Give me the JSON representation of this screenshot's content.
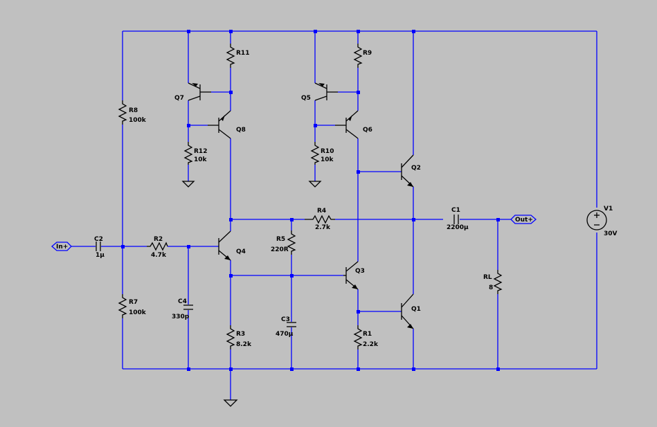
{
  "ports": {
    "in": "In+",
    "out": "Out+"
  },
  "components": {
    "R8": {
      "name": "R8",
      "value": "100k"
    },
    "R7": {
      "name": "R7",
      "value": "100k"
    },
    "R11": {
      "name": "R11",
      "value": ""
    },
    "R12": {
      "name": "R12",
      "value": "10k"
    },
    "R9": {
      "name": "R9",
      "value": ""
    },
    "R10": {
      "name": "R10",
      "value": "10k"
    },
    "R2": {
      "name": "R2",
      "value": "4.7k"
    },
    "R3": {
      "name": "R3",
      "value": "8.2k"
    },
    "R4": {
      "name": "R4",
      "value": "2.7k"
    },
    "R5": {
      "name": "R5",
      "value": "220R"
    },
    "R1": {
      "name": "R1",
      "value": "2.2k"
    },
    "RL": {
      "name": "RL",
      "value": "8"
    },
    "C2": {
      "name": "C2",
      "value": "1µ"
    },
    "C4": {
      "name": "C4",
      "value": "330p"
    },
    "C3": {
      "name": "C3",
      "value": "470µ"
    },
    "C1": {
      "name": "C1",
      "value": "2200µ"
    },
    "V1": {
      "name": "V1",
      "value": "30V"
    },
    "Q1": {
      "name": "Q1"
    },
    "Q2": {
      "name": "Q2"
    },
    "Q3": {
      "name": "Q3"
    },
    "Q4": {
      "name": "Q4"
    },
    "Q5": {
      "name": "Q5"
    },
    "Q6": {
      "name": "Q6"
    },
    "Q7": {
      "name": "Q7"
    },
    "Q8": {
      "name": "Q8"
    }
  },
  "colors": {
    "background": "#c0c0c0",
    "wire": "#0000ff",
    "component": "#000000"
  }
}
